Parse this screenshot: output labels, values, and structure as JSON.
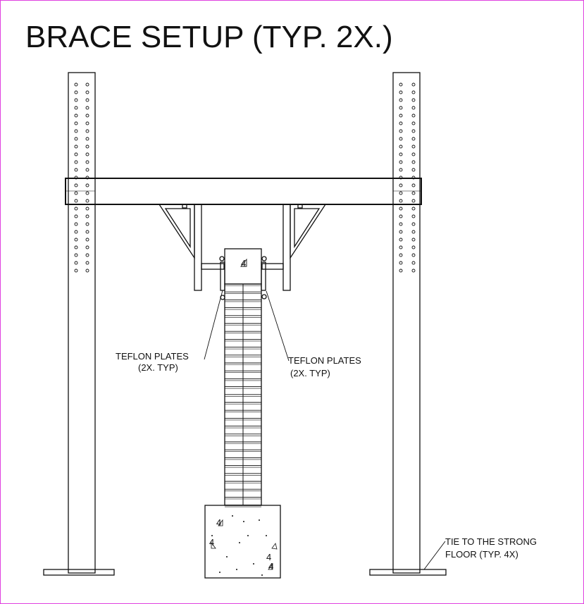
{
  "title": "BRACE SETUP  (TYP. 2X.)",
  "labels": {
    "teflon_left_line1": "TEFLON PLATES",
    "teflon_left_line2": "(2X. TYP)",
    "teflon_right_line1": "TEFLON PLATES",
    "teflon_right_line2": "(2X. TYP)",
    "tie_line1": "TIE TO THE STRONG",
    "tie_line2": "FLOOR (TYP. 4X)"
  },
  "block_symbols": {
    "upper": "4",
    "footing_a": "4",
    "footing_b": "4",
    "footing_c": "4",
    "footing_d": "4"
  },
  "colors": {
    "line": "#111111",
    "frame": "#e040e0"
  }
}
